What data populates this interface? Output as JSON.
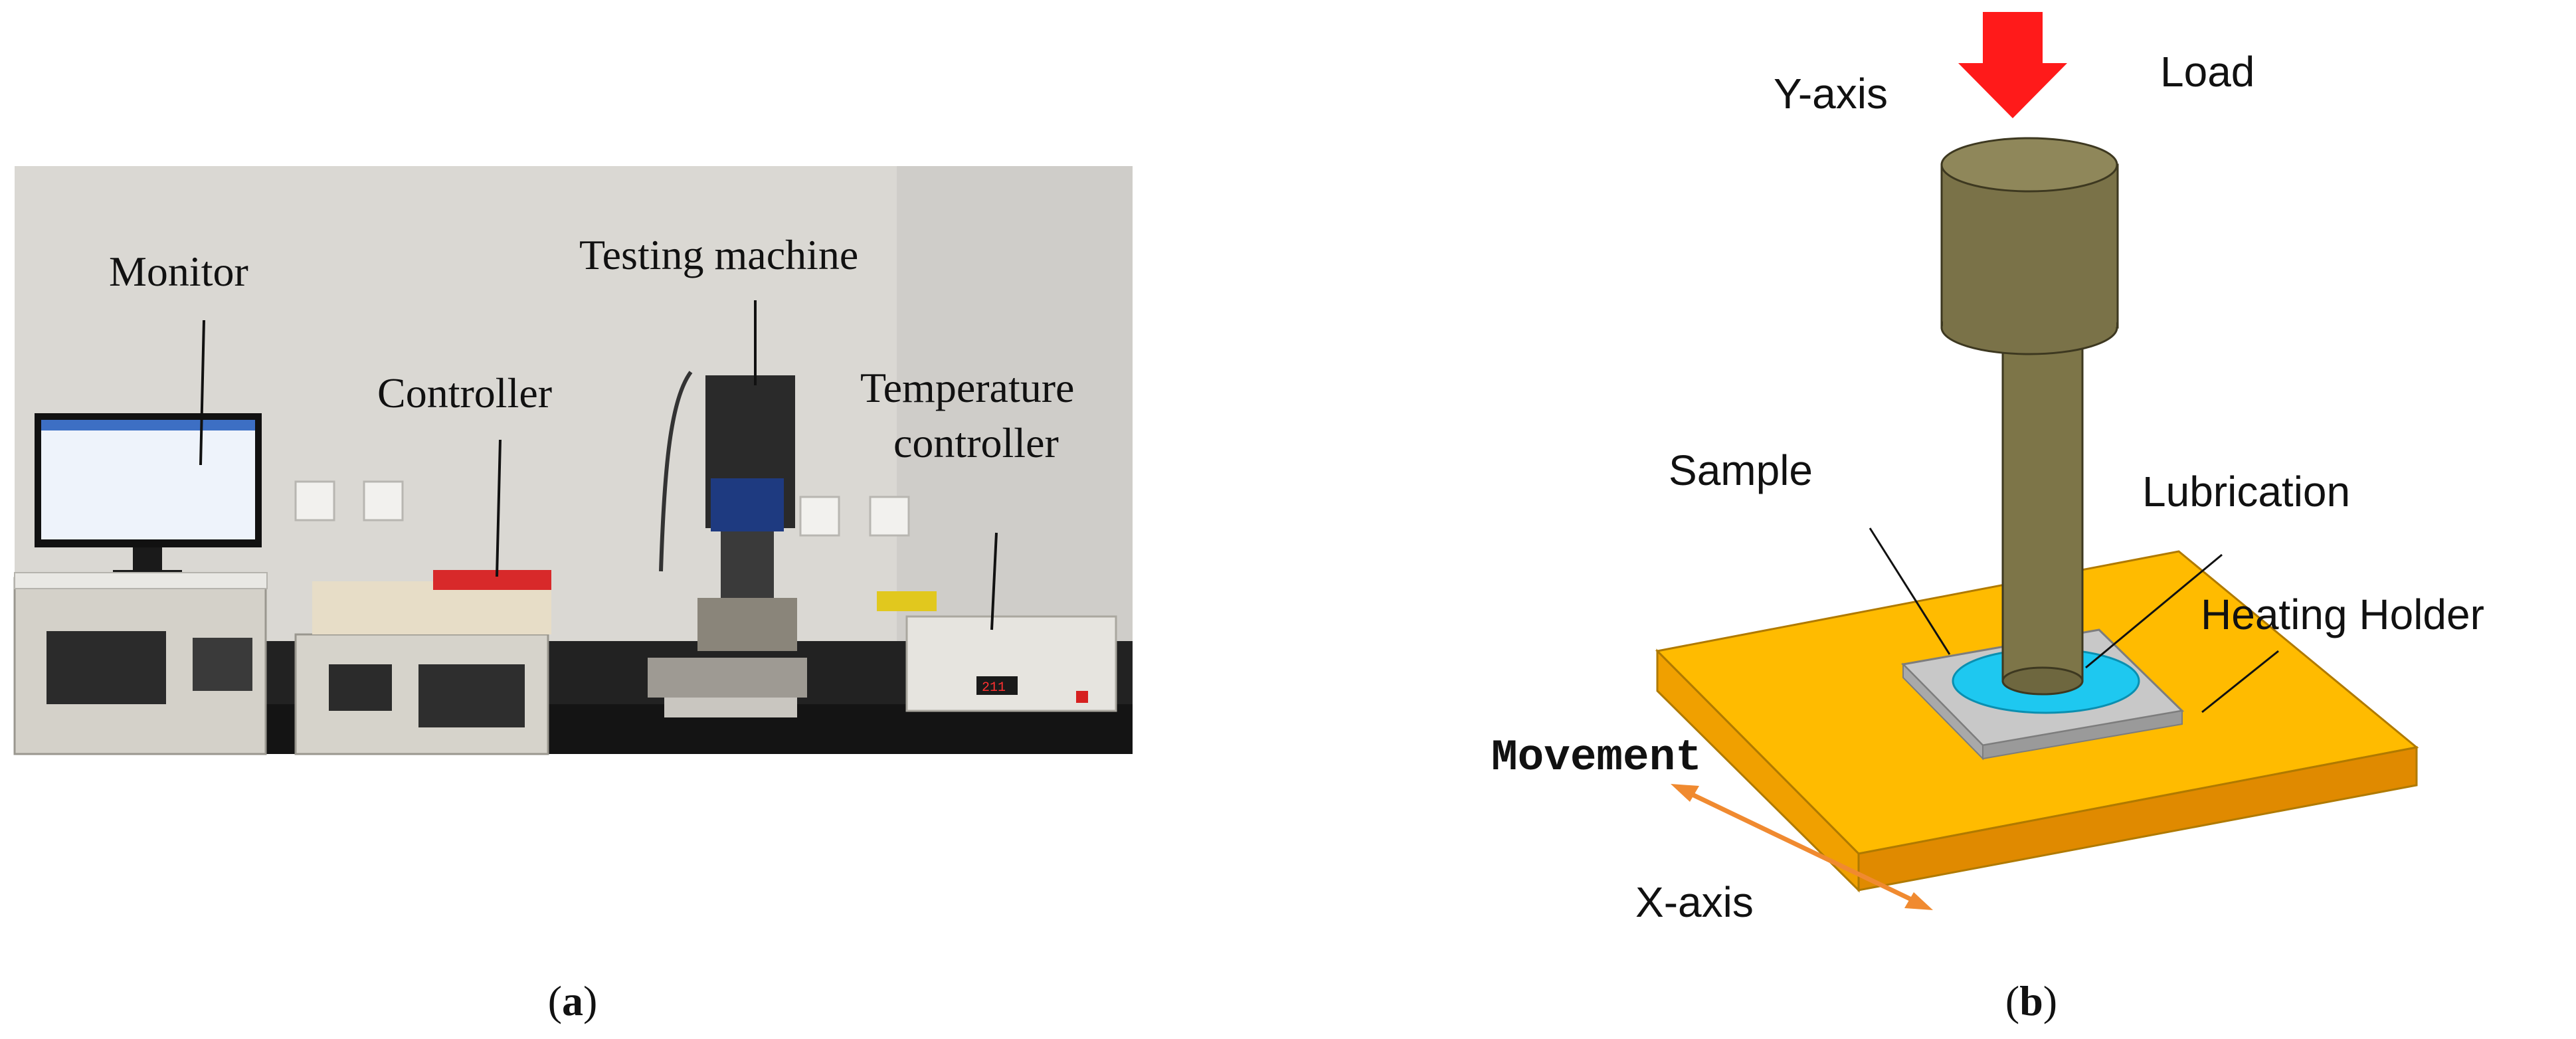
{
  "panel_a": {
    "labels": {
      "monitor": "Monitor",
      "testing_machine": "Testing machine",
      "controller": "Controller",
      "temperature_controller_line1": "Temperature",
      "temperature_controller_line2": "controller"
    },
    "caption_letter": "a"
  },
  "panel_b": {
    "labels": {
      "y_axis": "Y-axis",
      "load": "Load",
      "sample": "Sample",
      "lubrication": "Lubrication",
      "heating_holder": "Heating Holder",
      "movement": "Movement",
      "x_axis": "X-axis"
    },
    "caption_letter": "b"
  },
  "colors": {
    "load_arrow": "#ff1a1a",
    "cylinder": "#7a7248",
    "cylinder_top": "#8f875a",
    "heating_holder_top": "#ffbb00",
    "heating_holder_side": "#e08a00",
    "sample": "#c8c8c8",
    "lubrication": "#1ec8f0",
    "movement_arrow": "#f08a30",
    "wall": "#dcdad6",
    "desk": "#1f1f1f"
  }
}
